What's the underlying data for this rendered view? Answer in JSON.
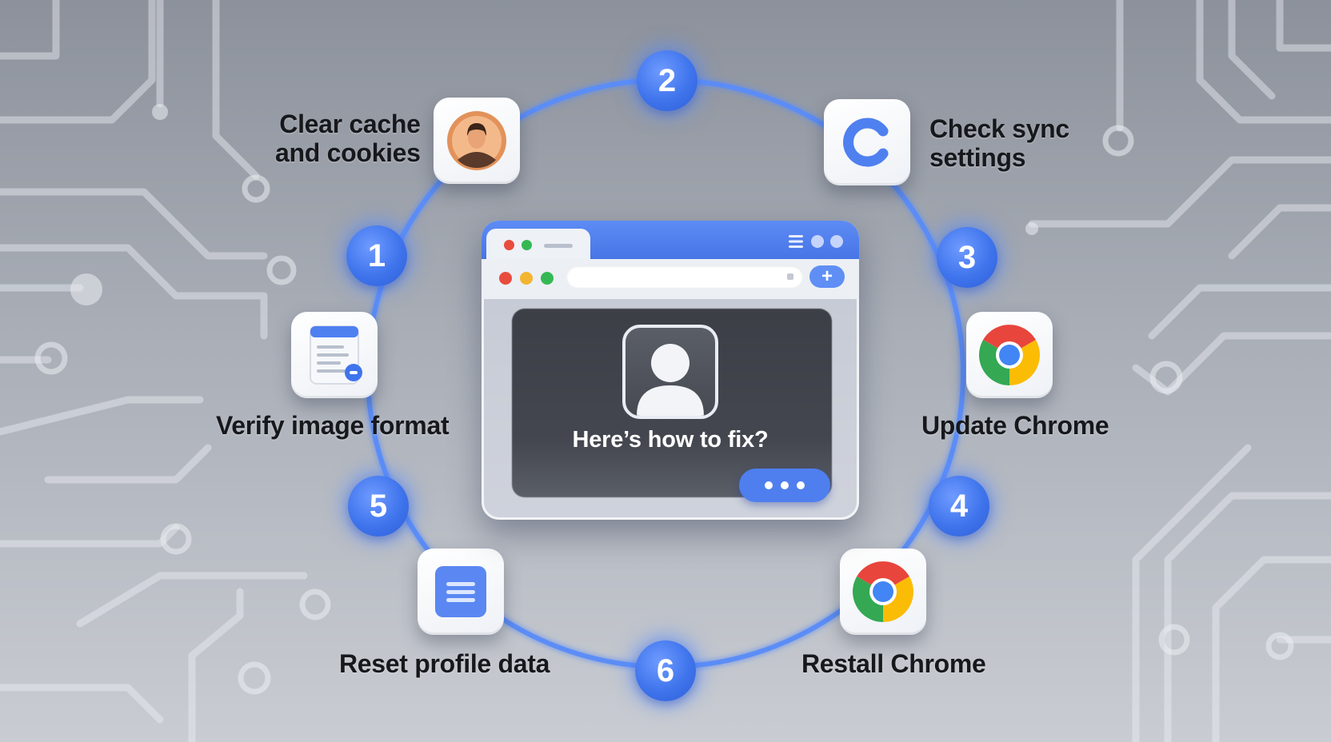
{
  "steps": [
    {
      "number": "1",
      "label_lines": [
        "Verify image format"
      ],
      "icon": "document-icon"
    },
    {
      "number": "2",
      "label_lines": [
        "Clear cache",
        "and cookies"
      ],
      "icon": "user-avatar-icon"
    },
    {
      "number": "3",
      "label_lines": [
        "Check sync",
        "settings"
      ],
      "icon": "sync-c-icon"
    },
    {
      "number": "4",
      "label_lines": [
        "Update Chrome"
      ],
      "icon": "chrome-logo-icon"
    },
    {
      "number": "5",
      "label_lines": [
        "Reset profile data"
      ],
      "icon": "notes-icon"
    },
    {
      "number": "6",
      "label_lines": [
        "Restall Chrome"
      ],
      "icon": "chrome-logo-icon"
    }
  ],
  "center_window": {
    "prompt": "Here’s how to fix?",
    "add_tab_glyph": "+",
    "window_dots": [
      "#e84c3d",
      "#f3b52f",
      "#35b854"
    ]
  },
  "colors": {
    "accent_blue": "#3f74ec",
    "ring_blue": "#5b8df6",
    "background_top": "#8c919b",
    "background_bottom": "#c9ccd2"
  }
}
